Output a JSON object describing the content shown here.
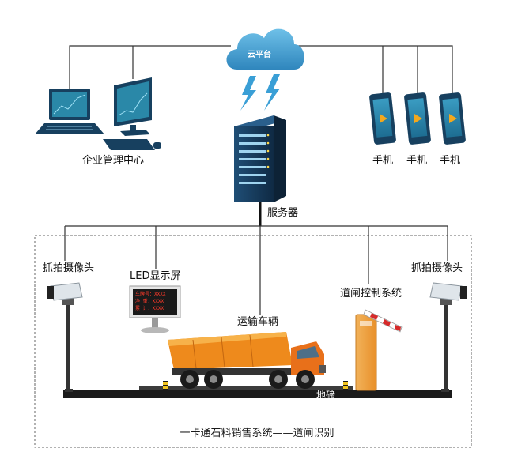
{
  "cloud": {
    "label": "云平台"
  },
  "labels": {
    "enterprise": "企业管理中心",
    "phone1": "手机",
    "phone2": "手机",
    "phone3": "手机",
    "server": "服务器",
    "camera_left": "抓拍摄像头",
    "camera_right": "抓拍摄像头",
    "led_screen": "LED显示屏",
    "truck": "运输车辆",
    "gate_control": "道闸控制系统",
    "scale": "地磅"
  },
  "led_display": {
    "row1": "车牌号：XXXX",
    "row2": "净 重：XXXX",
    "row3": "累 计：XXXX"
  },
  "caption": "一卡通石料销售系统——道闸识别",
  "colors": {
    "monitor": "#17405f",
    "screen": "#2a88a8",
    "cloud": "#4aa4d2",
    "lightning": "#3a9fd6",
    "server": "#173b5c",
    "truck_body": "#ee8a1c",
    "cab": "#e8701a",
    "ground": "#1b1b1b",
    "line": "#333333"
  }
}
